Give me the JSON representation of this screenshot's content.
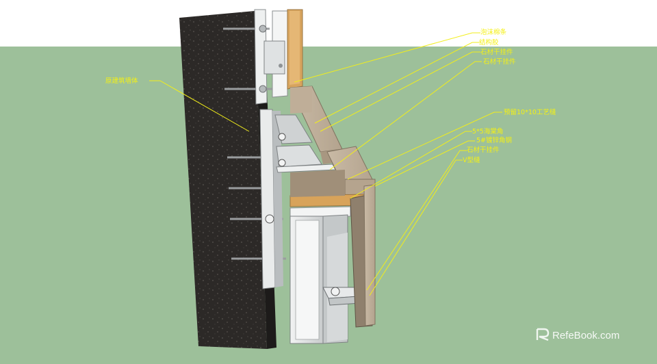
{
  "scene": {
    "colors": {
      "sky": "#ffffff",
      "ground": "#9dc09a",
      "wall": "#2b2826",
      "stone": "#c7b8a3",
      "stone_dark": "#8f806d",
      "wood": "#d7a45e",
      "steel": "#e1e3e2",
      "steel_dark": "#9fa3a5",
      "leader": "#f2ee1a",
      "label": "#f4f015"
    }
  },
  "annotations": {
    "original_wall": "原建筑墙体",
    "label_top_1": "泡沫棉条",
    "label_top_2": "结构胶",
    "stone_hanger_1": "石材干挂件",
    "stone_hanger_2": "石材干挂件",
    "reserved_gap": "预留10*10工艺缝",
    "angle_5x5": "5*5海棠角",
    "galvanized_angle": "5#镀锌角钢",
    "stone_hanger_3": "石材干挂件",
    "v_groove": "V型缝"
  },
  "watermark": {
    "brand": "RefeBook.com",
    "logo_icon": "relebook-logo-icon"
  }
}
